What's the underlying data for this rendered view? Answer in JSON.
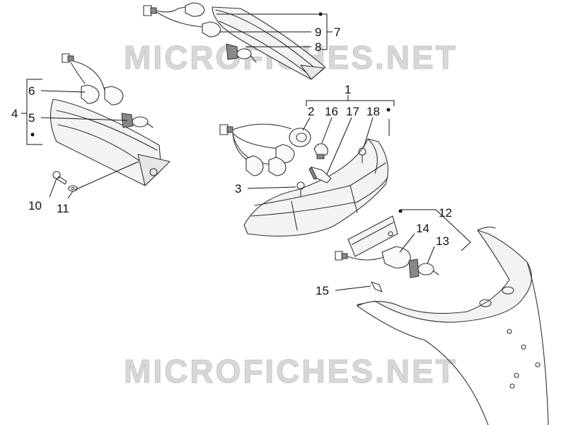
{
  "watermark": {
    "text": "MICROFICHES.NET"
  },
  "callouts": {
    "c1": "1",
    "c2": "2",
    "c3": "3",
    "c4": "4",
    "c5": "5",
    "c6": "6",
    "c7": "7",
    "c8": "8",
    "c9": "9",
    "c10": "10",
    "c11": "11",
    "c12": "12",
    "c13": "13",
    "c14": "14",
    "c15": "15",
    "c16": "16",
    "c17": "17",
    "c18": "18"
  },
  "colors": {
    "line": "#333333",
    "watermark": "#d8d8d8"
  }
}
